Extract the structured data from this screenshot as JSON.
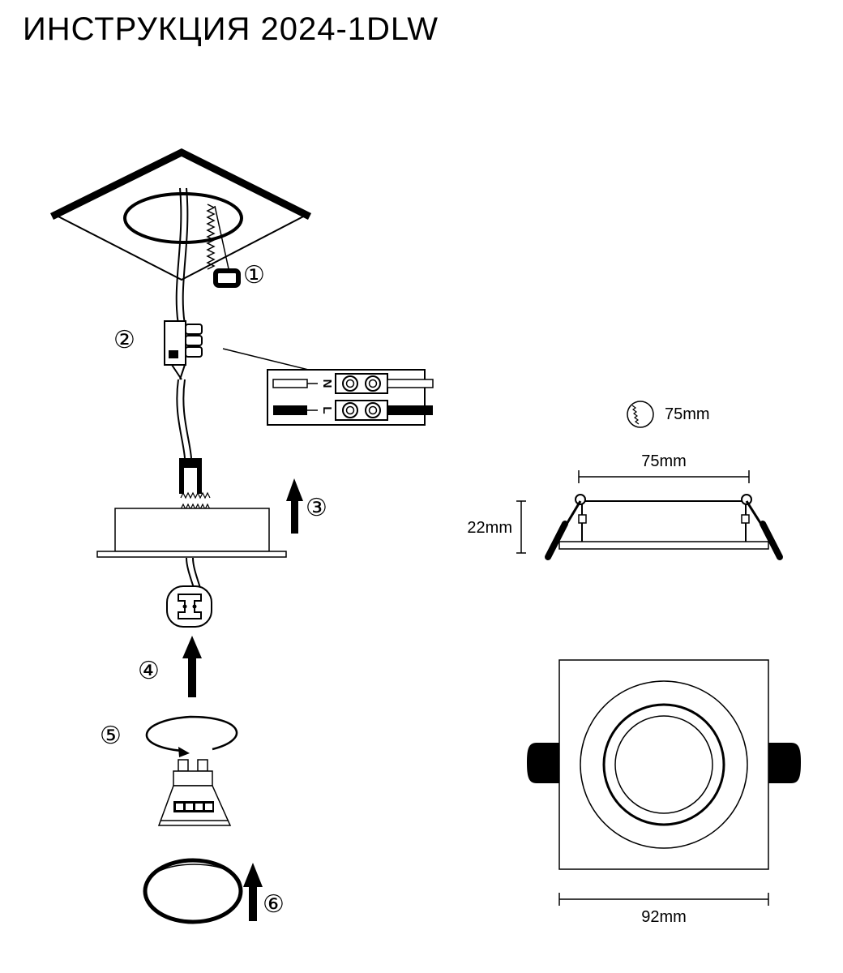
{
  "title": "ИНСТРУКЦИЯ 2024-1DLW",
  "steps": {
    "s1": "①",
    "s2": "②",
    "s3": "③",
    "s4": "④",
    "s5": "⑤",
    "s6": "⑥"
  },
  "wiring": {
    "neutral": "N",
    "live": "L"
  },
  "dimensions": {
    "cutout": "75mm",
    "width_side": "75mm",
    "height": "22mm",
    "width_top": "92mm"
  },
  "icons": {
    "cutout": "hole-saw-icon",
    "step1": "ceiling-cutout-icon",
    "step2": "terminal-block-icon",
    "step3": "fixture-housing-icon",
    "step4": "gu10-socket-icon",
    "step5": "gu10-lamp-icon",
    "step6": "trim-ring-icon"
  }
}
